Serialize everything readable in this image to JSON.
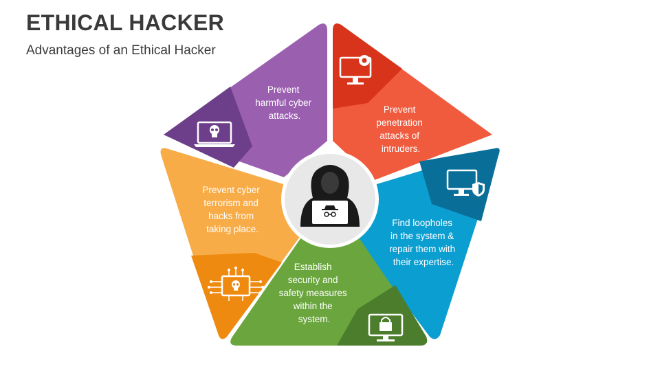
{
  "header": {
    "title": "ETHICAL HACKER",
    "subtitle": "Advantages of an Ethical Hacker"
  },
  "center": {
    "icon": "hooded-hacker-laptop-icon"
  },
  "segments": [
    {
      "id": "purple",
      "color": "#9b5fb0",
      "dark": "#6d3f8a",
      "icon": "laptop-skull-icon",
      "lines": [
        "Prevent",
        "harmful cyber",
        "attacks."
      ]
    },
    {
      "id": "red",
      "color": "#f05a3d",
      "dark": "#d8341c",
      "icon": "monitor-gear-icon",
      "lines": [
        "Prevent",
        "penetration",
        "attacks of",
        "intruders."
      ]
    },
    {
      "id": "blue",
      "color": "#0b9ed1",
      "dark": "#0a6f98",
      "icon": "monitor-shield-icon",
      "lines": [
        "Find loopholes",
        "in the system &",
        "repair them with",
        "their expertise."
      ]
    },
    {
      "id": "green",
      "color": "#6aa63d",
      "dark": "#4c7d2c",
      "icon": "monitor-lock-icon",
      "lines": [
        "Establish",
        "security and",
        "safety measures",
        "within the",
        "system."
      ]
    },
    {
      "id": "orange",
      "color": "#f8ac48",
      "dark": "#ef8a10",
      "icon": "circuit-skull-laptop-icon",
      "lines": [
        "Prevent cyber",
        "terrorism and",
        "hacks from",
        "taking place."
      ]
    }
  ]
}
